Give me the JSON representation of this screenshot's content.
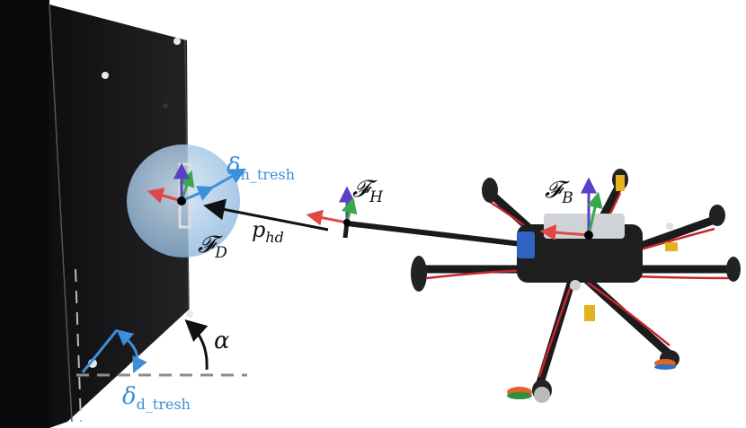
{
  "labels": {
    "frame_D": "𝓕",
    "frame_D_sub": "D",
    "frame_H": "𝓕",
    "frame_H_sub": "H",
    "frame_B": "𝓕",
    "frame_B_sub": "B",
    "p_hd": "p",
    "p_hd_sub": "hd",
    "alpha": "α",
    "delta_h": "δ",
    "delta_h_sub": "h_tresh",
    "delta_d": "δ",
    "delta_d_sub": "d_tresh"
  },
  "colors": {
    "axis_x": "#e04848",
    "axis_y": "#3aa84a",
    "axis_z": "#5b3fc4",
    "threshold": "#3d8fd9",
    "sphere": "#a9cbe8",
    "panel": "#1a1a1c",
    "ground_line": "#8c8c8c"
  },
  "icons": [
    "drone-image",
    "board-image"
  ]
}
